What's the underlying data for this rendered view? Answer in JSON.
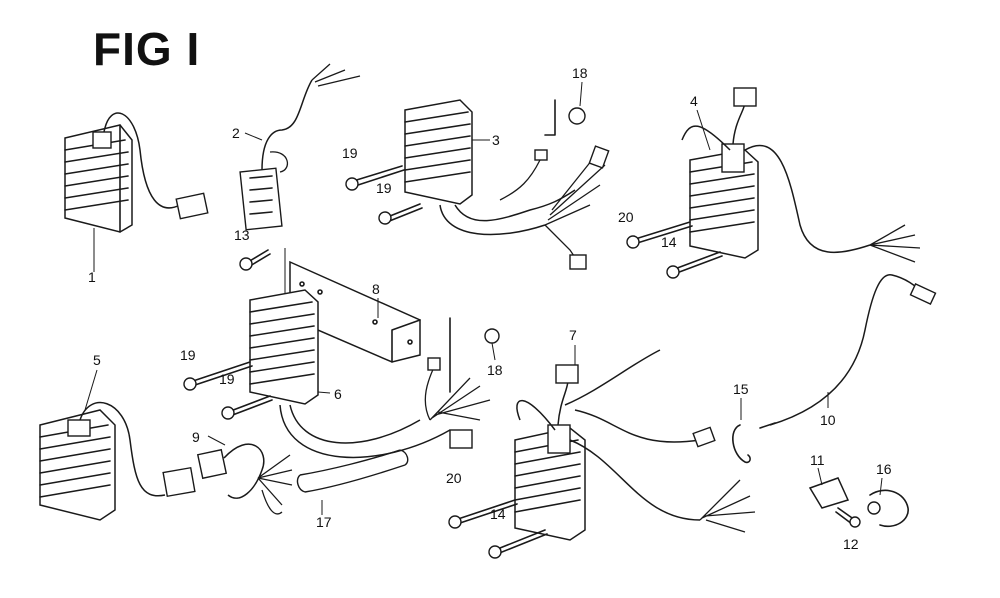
{
  "figure": {
    "title": "FIG I"
  },
  "callouts": [
    {
      "label": "1"
    },
    {
      "label": "2"
    },
    {
      "label": "3"
    },
    {
      "label": "4"
    },
    {
      "label": "5"
    },
    {
      "label": "6"
    },
    {
      "label": "7"
    },
    {
      "label": "8"
    },
    {
      "label": "9"
    },
    {
      "label": "10"
    },
    {
      "label": "11"
    },
    {
      "label": "12"
    },
    {
      "label": "13"
    },
    {
      "label": "14"
    },
    {
      "label": "14"
    },
    {
      "label": "15"
    },
    {
      "label": "16"
    },
    {
      "label": "17"
    },
    {
      "label": "18"
    },
    {
      "label": "18"
    },
    {
      "label": "19"
    },
    {
      "label": "19"
    },
    {
      "label": "19"
    },
    {
      "label": "19"
    },
    {
      "label": "20"
    },
    {
      "label": "20"
    }
  ]
}
